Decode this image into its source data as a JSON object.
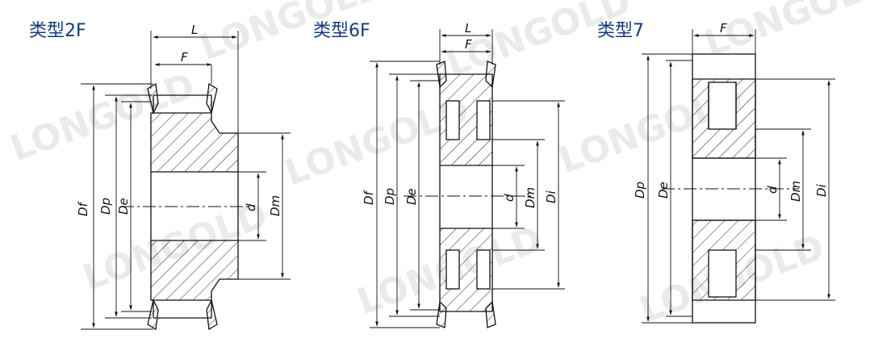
{
  "titles": {
    "type_2f": "类型2F",
    "type_6f": "类型6F",
    "type_7": "类型7"
  },
  "dims": {
    "L": "L",
    "F": "F",
    "Df": "Df",
    "Dp": "Dp",
    "De": "De",
    "d": "d",
    "Dm": "Dm",
    "Di": "Di"
  },
  "watermark": "LONGOLD",
  "colors": {
    "title": "#0d3c8c",
    "line": "#111111",
    "watermark": "#d9d9d9"
  }
}
